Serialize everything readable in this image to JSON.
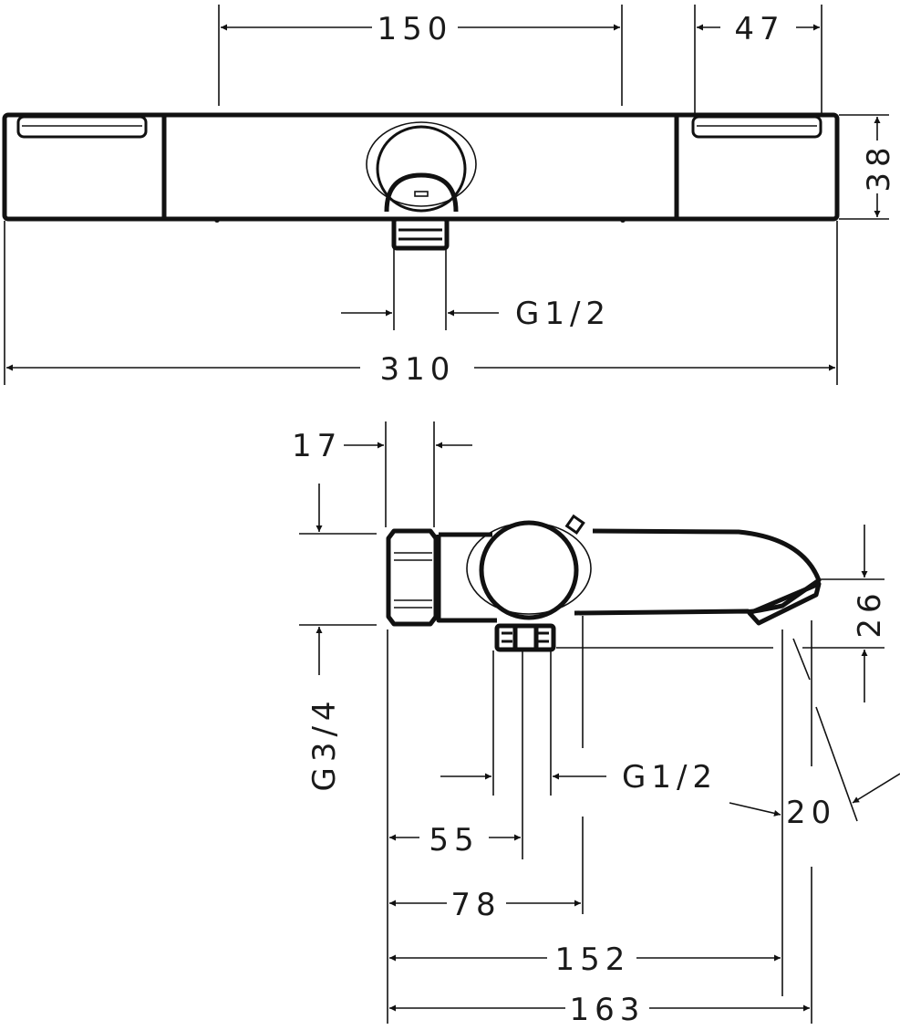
{
  "drawing": {
    "top_view": {
      "dim_width_center": "150",
      "dim_width_handle": "47",
      "dim_height": "38",
      "dim_outlet_thread": "G1/2",
      "dim_total_width": "310"
    },
    "side_view": {
      "dim_nut_depth": "17",
      "dim_inlet_thread": "G3/4",
      "dim_spout_height": "26",
      "dim_outlet_thread": "G1/2",
      "dim_spout_angle": "20",
      "dim_outlet_offset": "55",
      "dim_outlet_edge": "78",
      "dim_spout_reach": "152",
      "dim_total_depth": "163"
    }
  }
}
